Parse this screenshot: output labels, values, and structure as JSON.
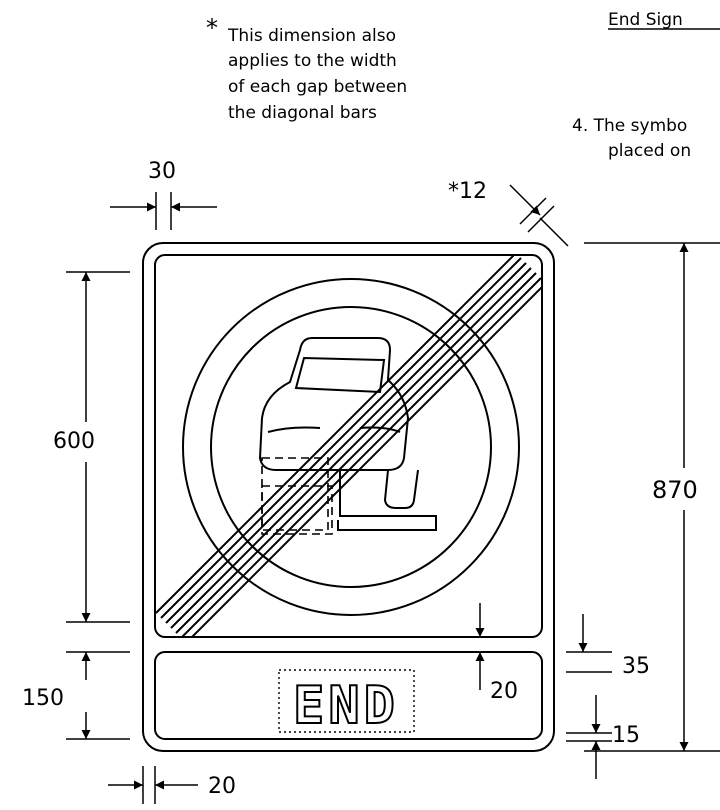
{
  "header": {
    "title": "End Sign",
    "note_marker": "*",
    "note_lines": [
      "This dimension also",
      "applies to the width",
      "of each gap between",
      "the diagonal bars"
    ],
    "item_lines": [
      "4. The symbo",
      "placed on"
    ]
  },
  "sign": {
    "legend": "END"
  },
  "dimensions": {
    "border_width": "30",
    "bar_width": "*12",
    "symbol_panel_height": "600",
    "legend_panel_height": "150",
    "overall_height": "870",
    "gap_above_bottom": "20",
    "legend_gap": "20",
    "spacer_height": "35",
    "bottom_border": "15",
    "panel_gap": "20"
  }
}
